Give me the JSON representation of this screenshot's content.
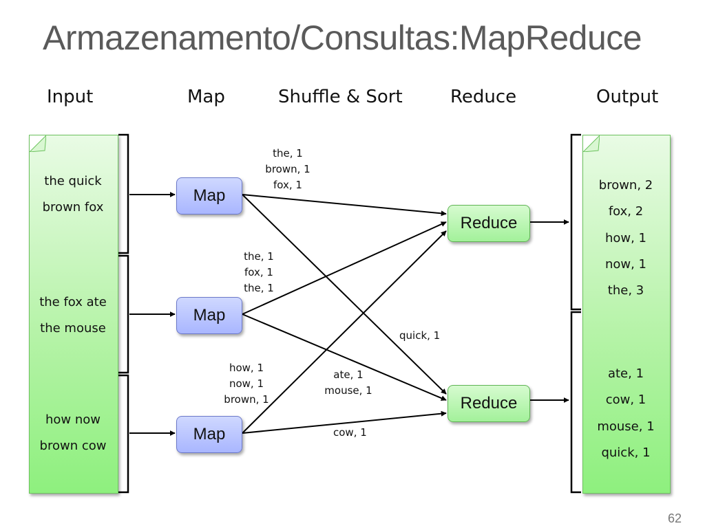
{
  "title": "Armazenamento/Consultas:MapReduce",
  "stages": [
    "Input",
    "Map",
    "Shuffle & Sort",
    "Reduce",
    "Output"
  ],
  "input_splits": [
    [
      "the quick",
      "brown fox"
    ],
    [
      "the fox ate",
      "the mouse"
    ],
    [
      "how now",
      "brown cow"
    ]
  ],
  "map_label": "Map",
  "reduce_label": "Reduce",
  "map_outputs": [
    [
      "the, 1",
      "brown, 1",
      "fox, 1"
    ],
    [
      "the, 1",
      "fox, 1",
      "the, 1"
    ],
    [
      "how, 1",
      "now, 1",
      "brown, 1"
    ]
  ],
  "shuffle_labels": {
    "quick": "quick, 1",
    "ate_mouse": [
      "ate, 1",
      "mouse, 1"
    ],
    "cow": "cow, 1"
  },
  "output_groups": [
    [
      "brown, 2",
      "fox, 2",
      "how, 1",
      "now, 1",
      "the, 3"
    ],
    [
      "ate, 1",
      "cow, 1",
      "mouse, 1",
      "quick, 1"
    ]
  ],
  "page_number": "62",
  "colors": {
    "map_fill": "#b9c4ff",
    "reduce_fill": "#b8f5ae",
    "doc_fill": "#a8f09a"
  }
}
